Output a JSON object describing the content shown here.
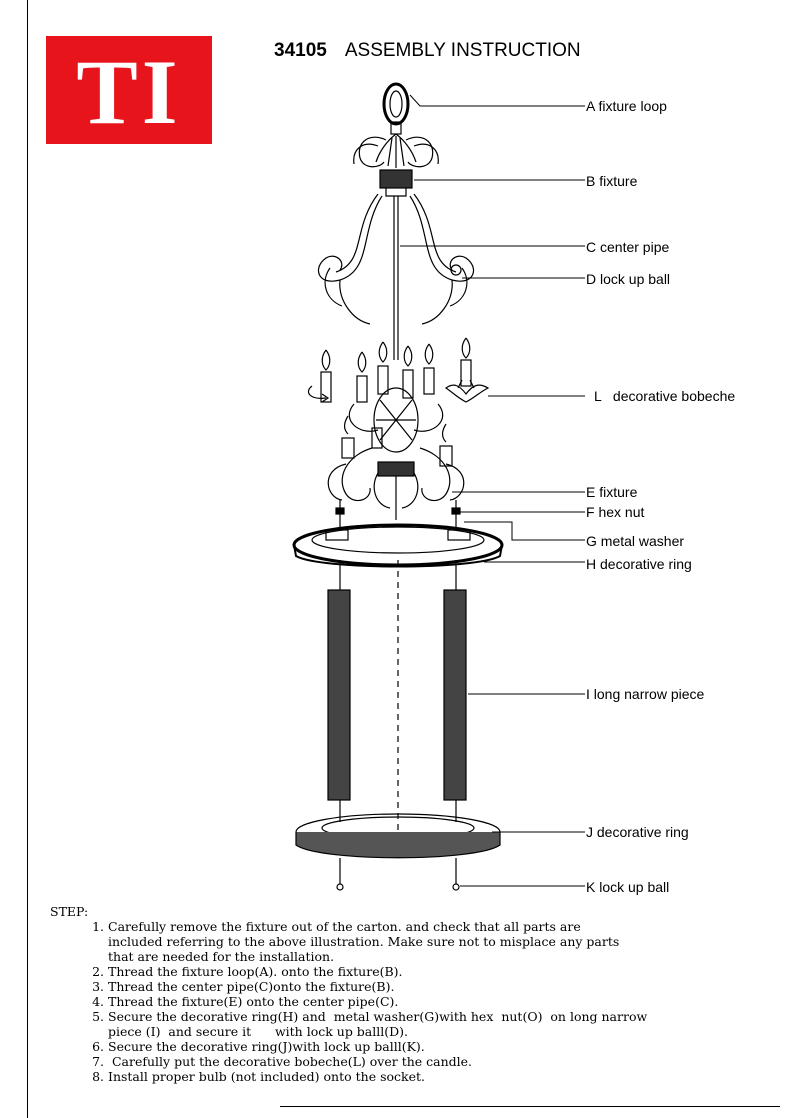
{
  "logo": {
    "text": "TI",
    "bg_color": "#e8141c"
  },
  "header": {
    "model": "34105",
    "title": "ASSEMBLY INSTRUCTION"
  },
  "parts": [
    {
      "id": "A",
      "label": "A fixture loop"
    },
    {
      "id": "B",
      "label": "B fixture"
    },
    {
      "id": "C",
      "label": "C center pipe"
    },
    {
      "id": "D",
      "label": "D lock up ball"
    },
    {
      "id": "L",
      "label": "L   decorative bobeche"
    },
    {
      "id": "E",
      "label": "E fixture"
    },
    {
      "id": "F",
      "label": "F hex nut"
    },
    {
      "id": "G",
      "label": "G metal washer"
    },
    {
      "id": "H",
      "label": "H decorative ring"
    },
    {
      "id": "I",
      "label": "I long narrow piece"
    },
    {
      "id": "J",
      "label": "J decorative ring"
    },
    {
      "id": "K",
      "label": "K lock up ball"
    }
  ],
  "steps": {
    "heading": "STEP:",
    "items": [
      {
        "n": "1.",
        "lines": [
          "Carefully remove the fixture out of the carton. and check that all parts are",
          "included referring to the above illustration. Make sure not to misplace any parts",
          "that are needed for the installation."
        ]
      },
      {
        "n": "2.",
        "lines": [
          "Thread the fixture loop(A). onto the fixture(B)."
        ]
      },
      {
        "n": "3.",
        "lines": [
          "Thread the center pipe(C)onto the fixture(B)."
        ]
      },
      {
        "n": "4.",
        "lines": [
          "Thread the fixture(E) onto the center pipe(C)."
        ]
      },
      {
        "n": "5.",
        "lines": [
          "Secure the decorative ring(H) and  metal washer(G)with hex  nut(O)  on long narrow",
          "piece (I)  and secure it      with lock up balll(D)."
        ]
      },
      {
        "n": "6.",
        "lines": [
          "Secure the decorative ring(J)with lock up balll(K)."
        ]
      },
      {
        "n": "7.",
        "lines": [
          " Carefully put the decorative bobeche(L) over the candle."
        ]
      },
      {
        "n": "8.",
        "lines": [
          "Install proper bulb (not included) onto the socket."
        ]
      }
    ]
  }
}
